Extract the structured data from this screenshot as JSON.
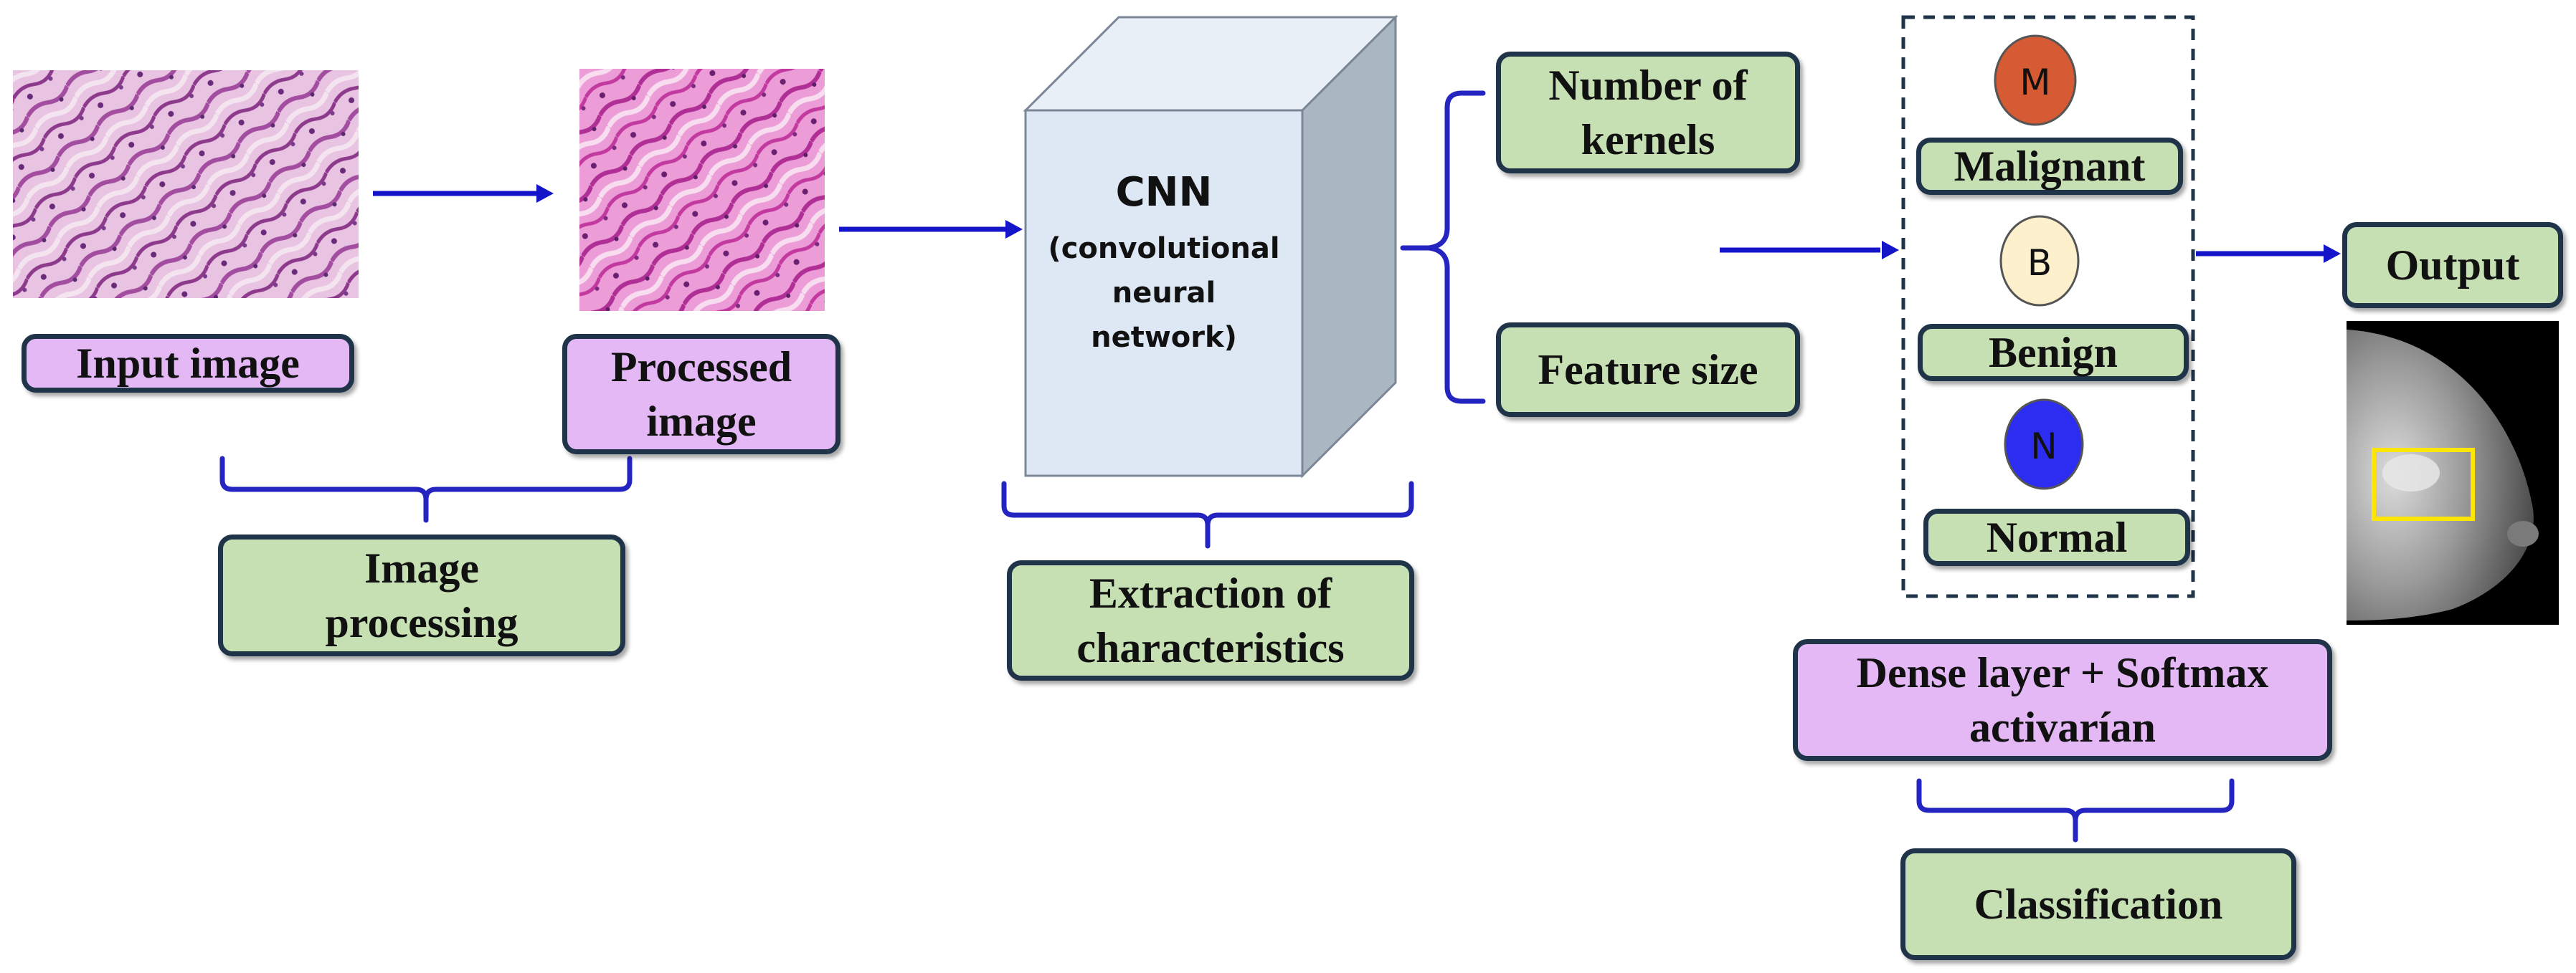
{
  "pre": {
    "input_label": "Input image",
    "processed_label": "Processed image",
    "group_label": "Image processing"
  },
  "cnn": {
    "title": "CNN",
    "subtitle": "(convolutional neural network)",
    "group_label": "Extraction of characteristics"
  },
  "params": {
    "kernels": "Number of kernels",
    "feature": "Feature size"
  },
  "classes": [
    {
      "letter": "M",
      "label": "Malignant",
      "color": "#d65a33"
    },
    {
      "letter": "B",
      "label": "Benign",
      "color": "#fdf0cc"
    },
    {
      "letter": "N",
      "label": "Normal",
      "color": "#2d2df2"
    }
  ],
  "classifier": {
    "layer_label": "Dense layer + Softmax activarían",
    "group_label": "Classification"
  },
  "output": {
    "label": "Output"
  },
  "colors": {
    "arrow": "#1414c8",
    "brace": "#2424c0",
    "box_green": "#c6e0b4",
    "box_purple": "#e3b8f5",
    "border": "#1f3349",
    "cube_front": "#dde8f4",
    "cube_top": "#e9eff7",
    "cube_side": "#aab6c2",
    "detection_box": "#ffe600"
  }
}
